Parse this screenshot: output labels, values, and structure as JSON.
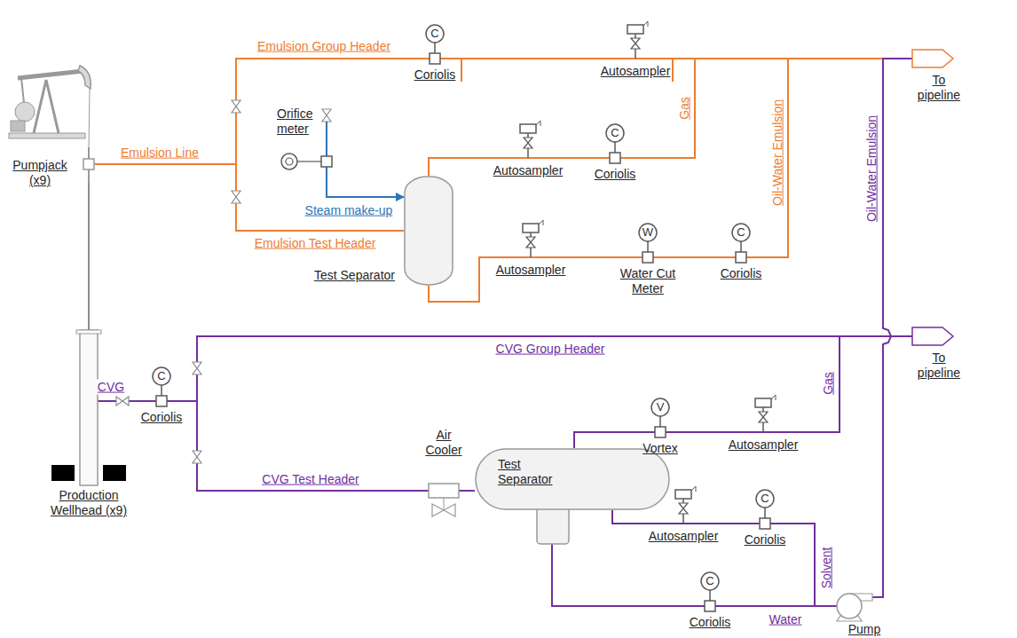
{
  "diagram": {
    "nodes": [
      {
        "text": [
          "Pumpjack (x9)"
        ]
      },
      {
        "text": [
          "Production Wellhead (x9)"
        ]
      },
      {
        "text": [
          "C",
          "Coriolis"
        ]
      },
      {
        "text": [
          "Autosampler"
        ]
      },
      {
        "text": [
          "To pipeline"
        ]
      },
      {
        "text": [
          "Orifice meter"
        ]
      },
      {
        "text": [
          "Test Separator"
        ]
      },
      {
        "text": [
          "Autosampler"
        ]
      },
      {
        "text": [
          "C",
          "Coriolis"
        ]
      },
      {
        "text": [
          "Autosampler"
        ]
      },
      {
        "text": [
          "W",
          "Water Cut Meter"
        ]
      },
      {
        "text": [
          "C",
          "Coriolis"
        ]
      },
      {
        "text": [
          "C",
          "Coriolis"
        ]
      },
      {
        "text": [
          "To pipeline"
        ]
      },
      {
        "text": [
          "Air Cooler"
        ]
      },
      {
        "text": [
          "Test Separator"
        ]
      },
      {
        "text": [
          "V",
          "Vortex"
        ]
      },
      {
        "text": [
          "Autosampler"
        ]
      },
      {
        "text": [
          "Autosampler"
        ]
      },
      {
        "text": [
          "C",
          "Coriolis"
        ]
      },
      {
        "text": [
          "C",
          "Coriolis"
        ]
      },
      {
        "text": [
          "Pump"
        ]
      }
    ],
    "edges": [
      {
        "from": 0,
        "to": 1,
        "arrow": "none"
      },
      {
        "from": 0,
        "to": 2,
        "label": "Emulsion Group Header",
        "arrow": "none"
      },
      {
        "from": 0,
        "to": 6,
        "label": "Emulsion Test Header",
        "arrow": "none"
      },
      {
        "from": 2,
        "to": 3,
        "arrow": "none"
      },
      {
        "from": 3,
        "to": 4,
        "arrow": "none"
      },
      {
        "from": 5,
        "to": 6,
        "label": "Steam make-up",
        "arrow": "to"
      },
      {
        "from": 6,
        "to": 7,
        "arrow": "none"
      },
      {
        "from": 7,
        "to": 8,
        "arrow": "none"
      },
      {
        "from": 8,
        "to": 4,
        "label": "Gas",
        "arrow": "none"
      },
      {
        "from": 6,
        "to": 9,
        "arrow": "none"
      },
      {
        "from": 9,
        "to": 10,
        "arrow": "none"
      },
      {
        "from": 10,
        "to": 11,
        "arrow": "none"
      },
      {
        "from": 11,
        "to": 4,
        "label": "Oil-Water Emulsion",
        "arrow": "none"
      },
      {
        "from": 1,
        "to": 12,
        "label": "CVG",
        "arrow": "none"
      },
      {
        "from": 12,
        "to": 13,
        "label": "CVG Group Header",
        "arrow": "none"
      },
      {
        "from": 12,
        "to": 14,
        "label": "CVG Test Header",
        "arrow": "none"
      },
      {
        "from": 14,
        "to": 15,
        "arrow": "none"
      },
      {
        "from": 15,
        "to": 16,
        "arrow": "none"
      },
      {
        "from": 16,
        "to": 17,
        "arrow": "none"
      },
      {
        "from": 17,
        "to": 13,
        "label": "Gas",
        "arrow": "none"
      },
      {
        "from": 15,
        "to": 18,
        "arrow": "none"
      },
      {
        "from": 18,
        "to": 19,
        "arrow": "none"
      },
      {
        "from": 19,
        "to": 21,
        "label": "Solvent",
        "arrow": "none"
      },
      {
        "from": 15,
        "to": 20,
        "arrow": "none"
      },
      {
        "from": 20,
        "to": 21,
        "label": "Water",
        "arrow": "none"
      },
      {
        "from": 21,
        "to": 4,
        "label": "Oil-Water Emulsion",
        "arrow": "none"
      }
    ],
    "labels": [
      "Emulsion Line"
    ]
  }
}
